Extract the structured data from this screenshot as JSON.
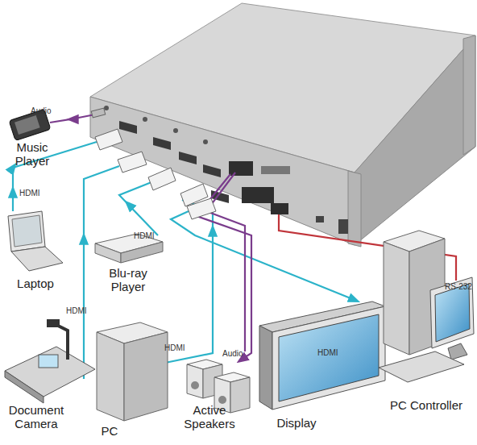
{
  "diagram": {
    "nodes": [
      {
        "text": [
          "Music Player"
        ]
      },
      {
        "text": [
          "Laptop"
        ]
      },
      {
        "text": [
          "Blu-ray Player"
        ]
      },
      {
        "text": [
          "Document Camera"
        ]
      },
      {
        "text": [
          "PC"
        ]
      },
      {
        "text": [
          "Active Speakers"
        ]
      },
      {
        "text": [
          "Display"
        ]
      },
      {
        "text": [
          "PC Controller"
        ]
      }
    ],
    "labels": [
      "Audio",
      "HDMI",
      "HDMI",
      "HDMI",
      "HDMI",
      "Audio",
      "HDMI",
      "RS-232"
    ]
  }
}
